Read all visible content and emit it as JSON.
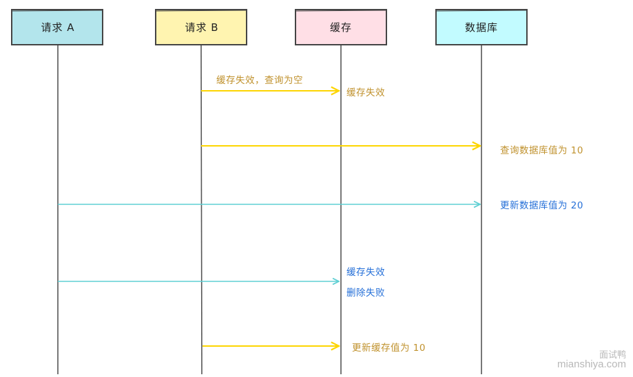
{
  "colors": {
    "box_a": "#b3e5ec",
    "box_b": "#fff4b0",
    "box_cache": "#ffdfe6",
    "box_db": "#c2fbff",
    "yellow_arrow": "#fdd500",
    "cyan_arrow": "#5fcfd3",
    "gold_text": "#c0922e",
    "blue_text": "#2670d8",
    "lifeline": "#555555"
  },
  "actors": [
    {
      "id": "a",
      "label": "请求 A"
    },
    {
      "id": "b",
      "label": "请求 B"
    },
    {
      "id": "cache",
      "label": "缓存"
    },
    {
      "id": "db",
      "label": "数据库"
    }
  ],
  "messages": [
    {
      "from": "b",
      "to": "cache",
      "color": "yellow",
      "label": "缓存失效，查询为空"
    },
    {
      "from": "b",
      "to": "db",
      "color": "yellow"
    },
    {
      "from": "a",
      "to": "db",
      "color": "cyan"
    },
    {
      "from": "a",
      "to": "cache",
      "color": "cyan"
    },
    {
      "from": "b",
      "to": "cache",
      "color": "yellow"
    }
  ],
  "notes": {
    "cache_expired_1": "缓存失效",
    "query_db": "查询数据库值为 10",
    "update_db": "更新数据库值为 20",
    "cache_expired_2": "缓存失效",
    "delete_failed": "删除失败",
    "update_cache": "更新缓存值为 10"
  },
  "watermark": {
    "line1": "面试鸭",
    "line2": "mianshiya.com"
  }
}
